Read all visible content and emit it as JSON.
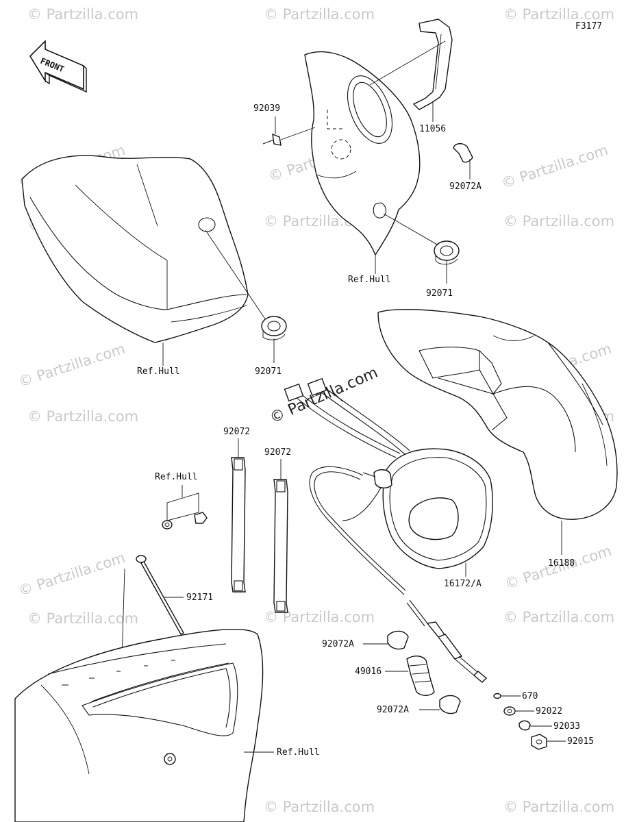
{
  "figure_code": "F3177",
  "front_marker": "FRONT",
  "watermark": {
    "text": "© Partzilla.com",
    "center_text": "© Partzilla.com"
  },
  "labels": {
    "p92039": "92039",
    "p11056": "11056",
    "p92072A_top": "92072A",
    "ref_hull_top": "Ref.Hull",
    "p92071_top": "92071",
    "ref_hull_left": "Ref.Hull",
    "p92071_left": "92071",
    "p92072_a": "92072",
    "p92072_b": "92072",
    "ref_hull_mid": "Ref.Hull",
    "p92171": "92171",
    "p16188": "16188",
    "p16172A": "16172/A",
    "p92072A_mid": "92072A",
    "p49016": "49016",
    "p92072A_low": "92072A",
    "p670": "670",
    "p92022": "92022",
    "p92033": "92033",
    "p92015": "92015",
    "ref_hull_bottom": "Ref.Hull"
  }
}
